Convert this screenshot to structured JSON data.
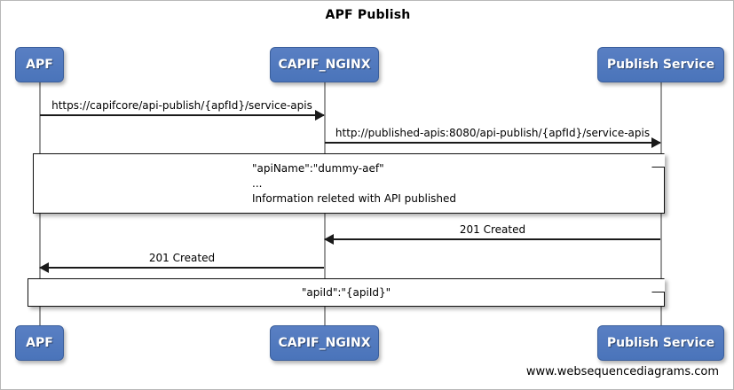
{
  "diagram": {
    "title": "APF Publish",
    "watermark": "www.websequencediagrams.com",
    "accent_color": "#4f7cc0",
    "accent_border_color": "#3a5e9b",
    "line_color": "#1a1a1a",
    "lifeline_color": "#9a9a9a",
    "note_fill": "#ffffff",
    "background": "#ffffff"
  },
  "participants": [
    {
      "id": "apf",
      "label": "APF"
    },
    {
      "id": "nginx",
      "label": "CAPIF_NGINX"
    },
    {
      "id": "publish",
      "label": "Publish Service"
    }
  ],
  "messages": [
    {
      "id": "m1",
      "from": "apf",
      "to": "nginx",
      "direction": "right",
      "label": "https://capifcore/api-publish/{apfId}/service-apis"
    },
    {
      "id": "m2",
      "from": "nginx",
      "to": "publish",
      "direction": "right",
      "label": "http://published-apis:8080/api-publish/{apfId}/service-apis"
    },
    {
      "id": "m3",
      "from": "publish",
      "to": "nginx",
      "direction": "left",
      "label": "201 Created"
    },
    {
      "id": "m4",
      "from": "nginx",
      "to": "apf",
      "direction": "left",
      "label": "201 Created"
    }
  ],
  "notes": [
    {
      "id": "n1",
      "align": "left",
      "lines": [
        "\"apiName\":\"dummy-aef\"",
        "...",
        "Information releted with API published"
      ]
    },
    {
      "id": "n2",
      "align": "center",
      "lines": [
        "\"apiId\":\"{apiId}\""
      ]
    }
  ]
}
